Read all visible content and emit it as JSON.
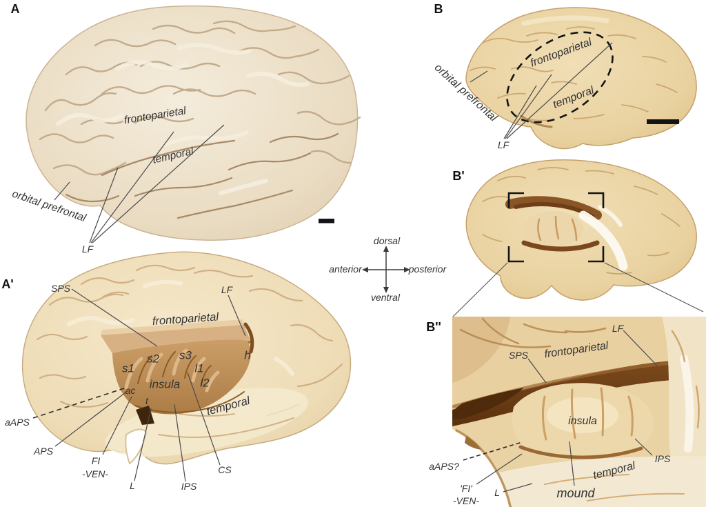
{
  "figure": {
    "background": "#ffffff"
  },
  "compass": {
    "up": "dorsal",
    "left": "anterior",
    "right": "posterior",
    "down": "ventral"
  },
  "panel_a": {
    "marker": "A",
    "labels": {
      "frontoparietal": "frontoparietal",
      "temporal": "temporal",
      "orbital_prefrontal": "orbital prefrontal",
      "lf": "LF"
    }
  },
  "panel_a_prime": {
    "marker": "A'",
    "labels": {
      "sps": "SPS",
      "lf": "LF",
      "frontoparietal": "frontoparietal",
      "s1": "s1",
      "s2": "s2",
      "s3": "s3",
      "l1": "l1",
      "l2": "l2",
      "h": "h",
      "insula": "insula",
      "ac": "ac",
      "t": "t",
      "temporal": "temporal",
      "aaps": "aAPS",
      "aps": "APS",
      "fi": "FI",
      "ven": "-VEN-",
      "l": "L",
      "ips": "IPS",
      "cs": "CS"
    }
  },
  "panel_b": {
    "marker": "B",
    "labels": {
      "frontoparietal": "frontoparietal",
      "temporal": "temporal",
      "orbital_prefrontal": "orbital prefrontal",
      "lf": "LF"
    }
  },
  "panel_b_prime": {
    "marker": "B'"
  },
  "panel_b_double_prime": {
    "marker": "B''",
    "labels": {
      "lf": "LF",
      "sps": "SPS",
      "frontoparietal": "frontoparietal",
      "insula": "insula",
      "aaps_query": "aAPS?",
      "fi_quoted": "'FI'",
      "ven": "-VEN-",
      "l": "L",
      "mound": "mound",
      "temporal": "temporal",
      "ips": "IPS"
    }
  },
  "colors": {
    "background": "#ffffff",
    "cortex_pale": "#ece0c9",
    "cortex_tan": "#e9d3a6",
    "insula_caramel": "#c79a62",
    "deep_sulcus": "#6b3c14",
    "annotation_text": "#333333",
    "annotation_line": "#4a4a4a",
    "annotation_black": "#141414"
  }
}
